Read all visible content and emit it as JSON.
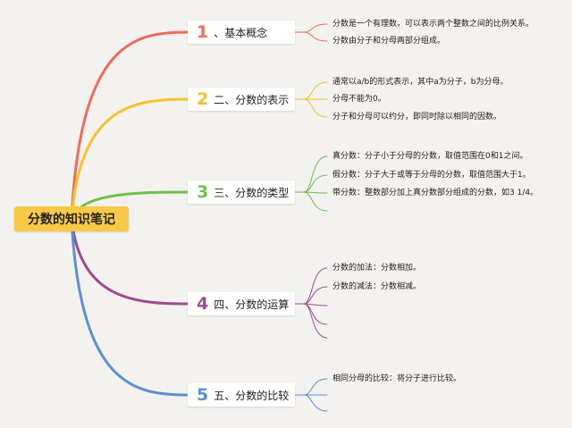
{
  "root": {
    "label": "分数的知识笔记",
    "color": "#f9c846"
  },
  "branches": [
    {
      "number": "1",
      "label": "、基本概念",
      "color": "#ef6b5b",
      "notes": [
        "分数是一个有理数，可以表示两个整数之间的比例关系。",
        "分数由分子和分母两部分组成。"
      ]
    },
    {
      "number": "2",
      "label": "二、分数的表示",
      "color": "#f7c12a",
      "notes": [
        "通常以a/b的形式表示，其中a为分子，b为分母。",
        "分母不能为0。",
        "分子和分母可以约分，即同时除以相同的因数。"
      ]
    },
    {
      "number": "3",
      "label": "三、分数的类型",
      "color": "#6cc04a",
      "notes": [
        "真分数：分子小于分母的分数，取值范围在0和1之间。",
        "假分数：分子大于或等于分母的分数，取值范围大于1。",
        "带分数：整数部分加上真分数部分组成的分数，如3 1/4。"
      ]
    },
    {
      "number": "4",
      "label": "四、分数的运算",
      "color": "#a24a8e",
      "notes": [
        "分数的加法：分数相加。",
        "分数的减法：分数相减。"
      ]
    },
    {
      "number": "5",
      "label": "五、分数的比较",
      "color": "#5b8fd8",
      "notes": [
        "相同分母的比较：将分子进行比较。"
      ]
    }
  ]
}
